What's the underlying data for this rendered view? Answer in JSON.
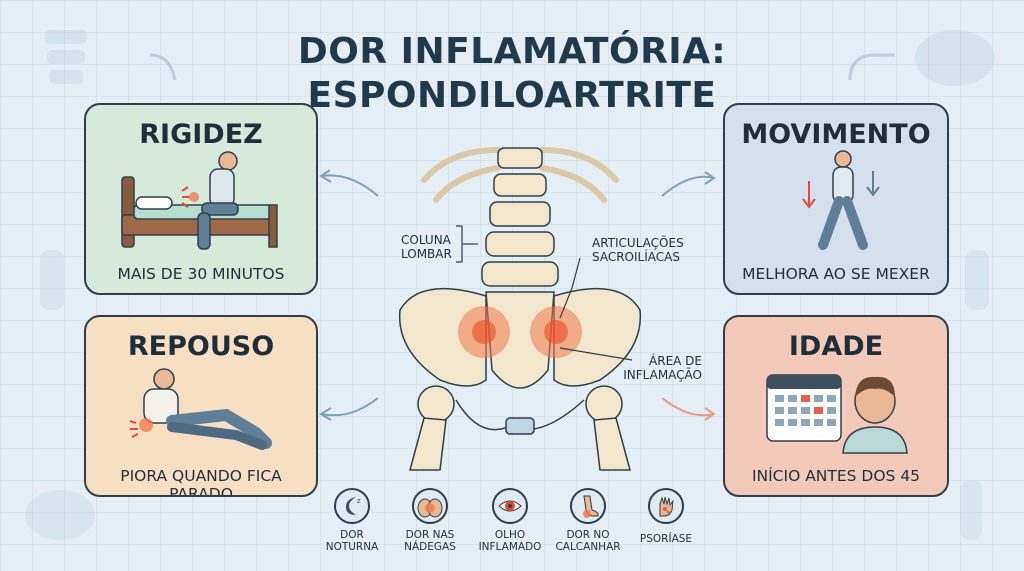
{
  "title_line1": "DOR INFLAMATÓRIA:",
  "title_line2": "ESPONDILOARTRITE",
  "cards": {
    "rigidez": {
      "title": "RIGIDEZ",
      "subtitle": "MAIS DE 30 MINUTOS"
    },
    "repouso": {
      "title": "REPOUSO",
      "subtitle": "PIORA QUANDO FICA PARADO"
    },
    "movimento": {
      "title": "MOVIMENTO",
      "subtitle": "MELHORA AO SE MEXER"
    },
    "idade": {
      "title": "IDADE",
      "subtitle": "INÍCIO ANTES DOS 45"
    }
  },
  "labels": {
    "coluna_line1": "COLUNA",
    "coluna_line2": "LOMBAR",
    "sacro_line1": "ARTICULAÇÕES",
    "sacro_line2": "SACROILÍACAS",
    "area_line1": "ÁREA DE",
    "area_line2": "INFLAMAÇÃO"
  },
  "symptoms": [
    {
      "line1": "DOR",
      "line2": "NOTURNA",
      "icon": "moon-icon"
    },
    {
      "line1": "DOR NAS",
      "line2": "NÁDEGAS",
      "icon": "buttocks-icon"
    },
    {
      "line1": "OLHO",
      "line2": "INFLAMADO",
      "icon": "eye-icon"
    },
    {
      "line1": "DOR NO",
      "line2": "CALCANHAR",
      "icon": "heel-icon"
    },
    {
      "line1": "PSORÍASE",
      "line2": "",
      "icon": "psoriasis-hand-icon"
    }
  ],
  "colors": {
    "inflammation": "#f07a4f",
    "bone": "#f2e6cc",
    "outline": "#2e3f4b"
  }
}
